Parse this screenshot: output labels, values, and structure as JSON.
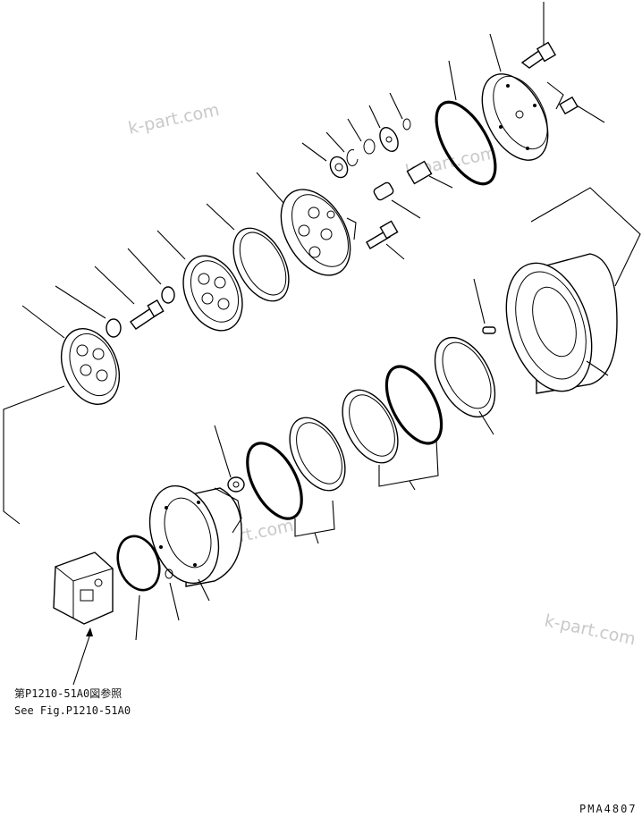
{
  "watermarks": [
    "k-part.com",
    "k-part.com",
    "k-part.com",
    "k-part.com"
  ],
  "reference": {
    "japanese": "第P1210-51A0図参照",
    "english": "See Fig.P1210-51A0"
  },
  "figure_code": "PMA4807"
}
